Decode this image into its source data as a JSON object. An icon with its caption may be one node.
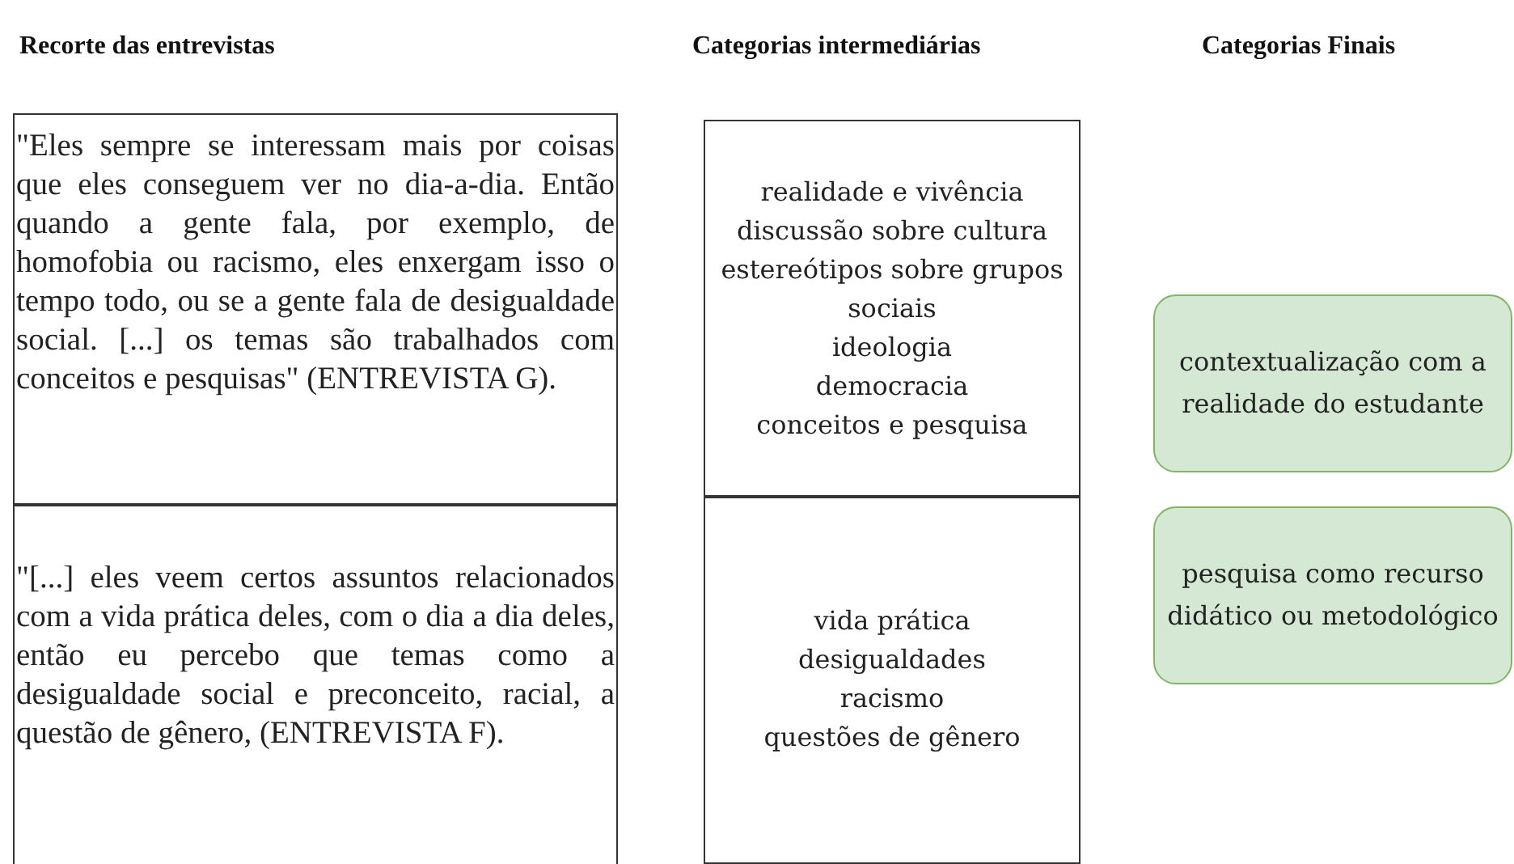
{
  "diagram": {
    "nodes": [
      {
        "text": [
          "\"Eles sempre se interessam mais por coisas que eles conseguem ver no dia-a-dia. Então quando a gente fala, por exemplo, de homofobia ou racismo, eles enxergam isso o tempo todo,  ou se a gente fala de desigualdade social. [...] os temas são trabalhados com conceitos e pesquisas\" (ENTREVISTA G)."
        ]
      },
      {
        "text": [
          "\"[...] eles veem certos assuntos relacionados com a vida prática deles, com o dia a dia deles, então eu percebo que temas como a desigualdade social e preconceito, racial, a questão de gênero, (ENTREVISTA F)."
        ]
      },
      {
        "text": [
          "realidade e vivência",
          "discussão sobre cultura",
          "estereótipos sobre grupos sociais",
          "ideologia",
          "democracia",
          "conceitos e pesquisa"
        ]
      },
      {
        "text": [
          "vida prática",
          "desigualdades",
          "racismo",
          "questões de gênero"
        ]
      },
      {
        "text": [
          "contextualização com a  realidade do estudante"
        ]
      },
      {
        "text": [
          "pesquisa como recurso didático ou metodológico"
        ]
      }
    ],
    "labels": [
      "Recorte das entrevistas",
      "Categorias intermediárias",
      "Categorias Finais"
    ]
  }
}
